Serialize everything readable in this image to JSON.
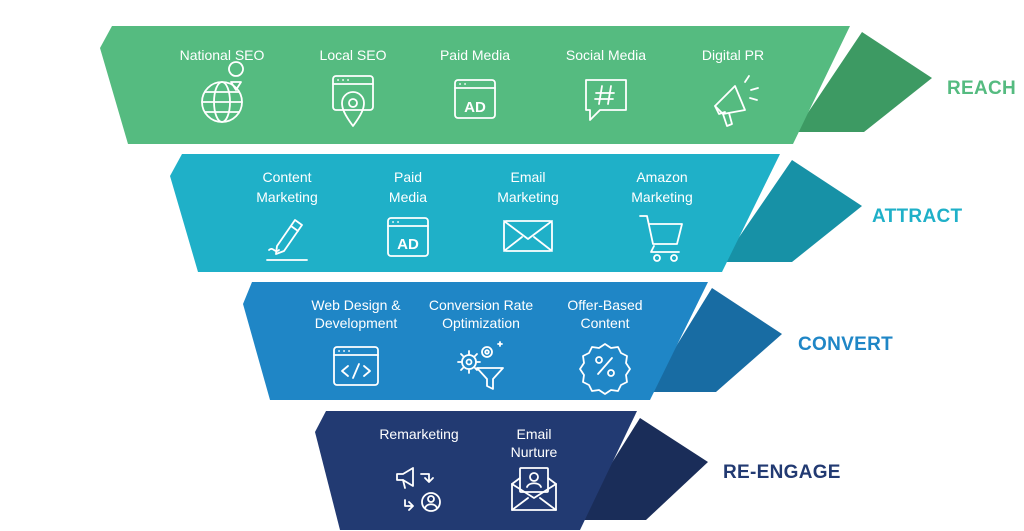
{
  "tiers": [
    {
      "name": "REACH",
      "color": "#55bb80",
      "shade": "#3d9a63",
      "items": [
        {
          "lines": [
            "National SEO"
          ],
          "icon": "globe-pin-icon"
        },
        {
          "lines": [
            "Local SEO"
          ],
          "icon": "browser-pin-icon"
        },
        {
          "lines": [
            "Paid Media"
          ],
          "icon": "ad-window-icon"
        },
        {
          "lines": [
            "Social Media"
          ],
          "icon": "hashtag-bubble-icon"
        },
        {
          "lines": [
            "Digital PR"
          ],
          "icon": "megaphone-icon"
        }
      ]
    },
    {
      "name": "ATTRACT",
      "color": "#1fb0c8",
      "shade": "#1791a6",
      "items": [
        {
          "lines": [
            "Content",
            "Marketing"
          ],
          "icon": "pen-writing-icon"
        },
        {
          "lines": [
            "Paid",
            "Media"
          ],
          "icon": "ad-window-icon"
        },
        {
          "lines": [
            "Email",
            "Marketing"
          ],
          "icon": "envelope-icon"
        },
        {
          "lines": [
            "Amazon",
            "Marketing"
          ],
          "icon": "shopping-cart-icon"
        }
      ]
    },
    {
      "name": "CONVERT",
      "color": "#1f86c6",
      "shade": "#186ca3",
      "items": [
        {
          "lines": [
            "Web Design &",
            "Development"
          ],
          "icon": "code-window-icon"
        },
        {
          "lines": [
            "Conversion Rate",
            "Optimization"
          ],
          "icon": "gears-funnel-icon"
        },
        {
          "lines": [
            "Offer-Based",
            "Content"
          ],
          "icon": "percent-badge-icon"
        }
      ]
    },
    {
      "name": "RE-ENGAGE",
      "color": "#223a72",
      "shade": "#1a2d59",
      "items": [
        {
          "lines": [
            "Remarketing"
          ],
          "icon": "megaphone-user-cycle-icon"
        },
        {
          "lines": [
            "Email",
            "Nurture"
          ],
          "icon": "user-envelope-icon"
        }
      ]
    }
  ]
}
